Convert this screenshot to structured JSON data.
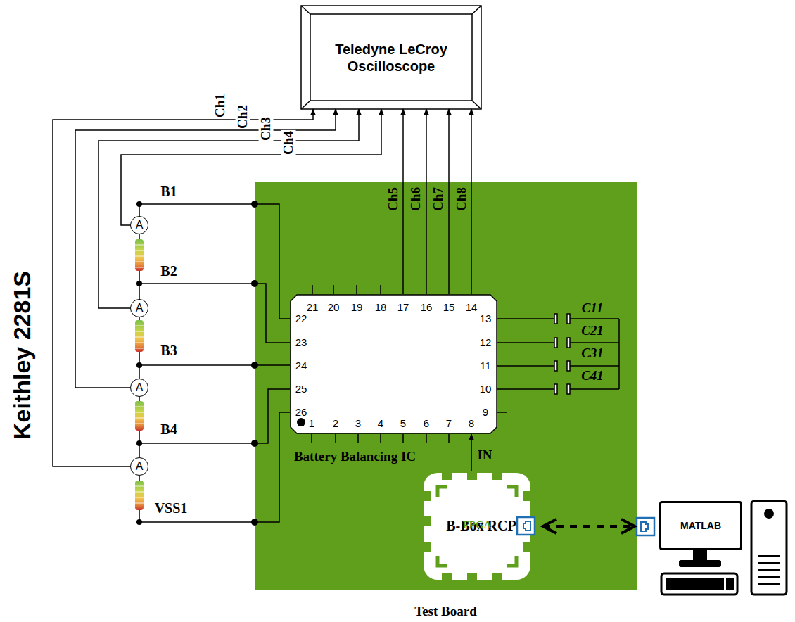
{
  "diagram": {
    "nodes": [
      {
        "text": [
          "Teledyne LeCroy Oscilloscope"
        ]
      },
      {
        "text": [
          "Test Board"
        ]
      },
      {
        "text": [
          "Battery Balancing IC"
        ],
        "in": 1
      },
      {
        "text": [
          "B-Box RCP",
          "FPGA"
        ],
        "in": 1
      },
      {
        "text": [
          "MATLAB"
        ]
      },
      {
        "text": [
          "A"
        ]
      },
      {
        "text": [
          "A"
        ]
      },
      {
        "text": [
          "A"
        ]
      },
      {
        "text": [
          "A"
        ]
      }
    ],
    "edges": [
      {
        "from": 8,
        "to": 0,
        "arrow": "to",
        "label": "Ch1"
      },
      {
        "from": 7,
        "to": 0,
        "arrow": "to",
        "label": "Ch2"
      },
      {
        "from": 6,
        "to": 0,
        "arrow": "to",
        "label": "Ch3"
      },
      {
        "from": 5,
        "to": 0,
        "arrow": "to",
        "label": "Ch4"
      },
      {
        "from": 2,
        "to": 0,
        "arrow": "to",
        "label": "Ch5"
      },
      {
        "from": 2,
        "to": 0,
        "arrow": "to",
        "label": "Ch6"
      },
      {
        "from": 2,
        "to": 0,
        "arrow": "to",
        "label": "Ch7"
      },
      {
        "from": 2,
        "to": 0,
        "arrow": "to",
        "label": "Ch8"
      },
      {
        "from": 3,
        "to": 2,
        "arrow": "to",
        "label": "IN"
      },
      {
        "from": 3,
        "to": 4,
        "arrow": "both"
      }
    ],
    "labels": [
      "Keithley 2281S",
      "B1",
      "B2",
      "B3",
      "B4",
      "VSS1",
      "21",
      "20",
      "19",
      "18",
      "17",
      "16",
      "15",
      "14",
      "22",
      "23",
      "24",
      "25",
      "26",
      "13",
      "12",
      "11",
      "10",
      "9",
      "1",
      "2",
      "3",
      "4",
      "5",
      "6",
      "7",
      "8",
      "C11",
      "C21",
      "C31",
      "C41"
    ]
  }
}
